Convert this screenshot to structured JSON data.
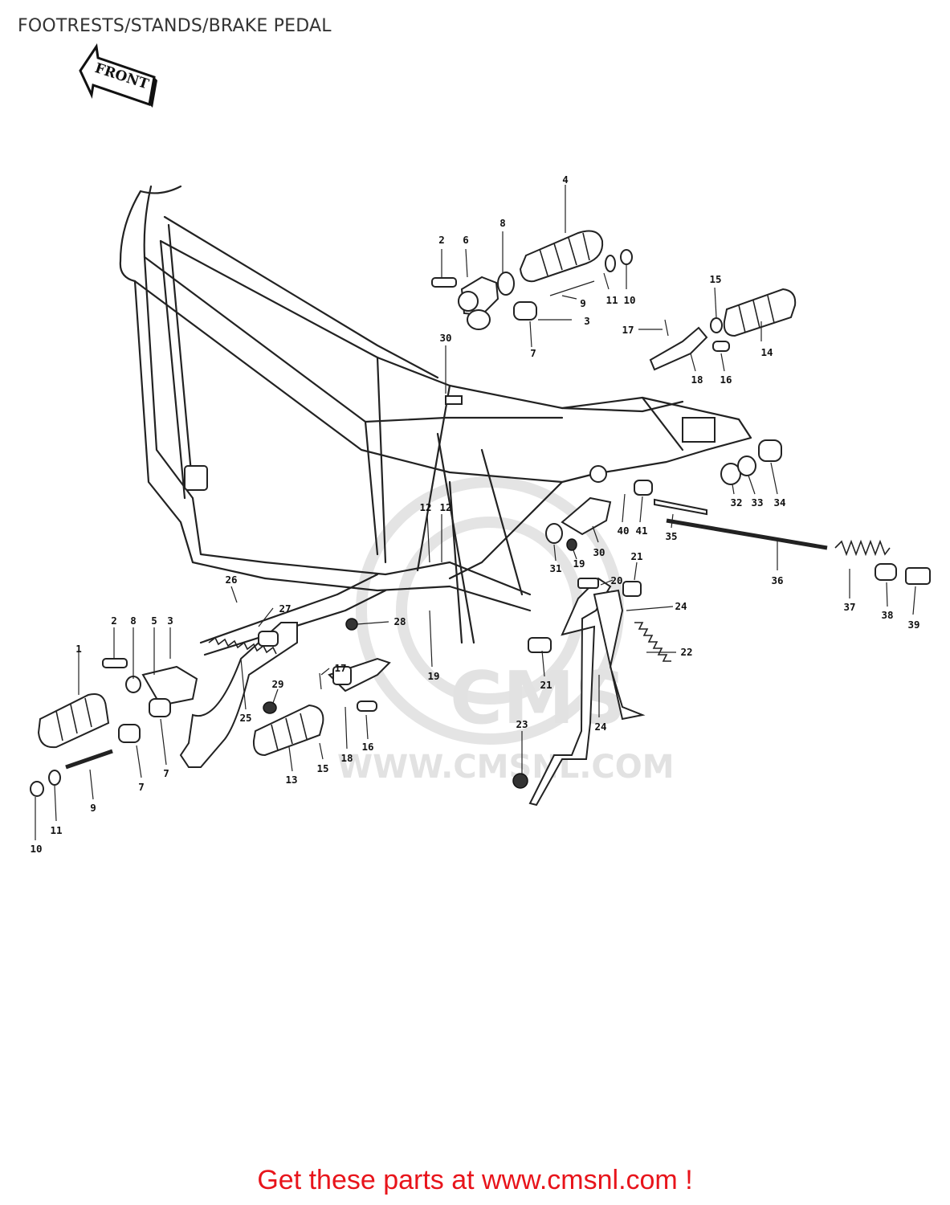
{
  "title": "FOOTRESTS/STANDS/BRAKE PEDAL",
  "front_arrow_label": "FRONT",
  "watermark": {
    "logo": "CMS",
    "url": "WWW.CMSNL.COM"
  },
  "footer": {
    "text": "Get these parts at www.cmsnl.com !",
    "color": "#e8141b"
  },
  "callouts": [
    {
      "key": "c4",
      "label": "4"
    },
    {
      "key": "c2a",
      "label": "2"
    },
    {
      "key": "c6",
      "label": "6"
    },
    {
      "key": "c8a",
      "label": "8"
    },
    {
      "key": "c9a",
      "label": "9"
    },
    {
      "key": "c11a",
      "label": "11"
    },
    {
      "key": "c10a",
      "label": "10"
    },
    {
      "key": "c3a",
      "label": "3"
    },
    {
      "key": "c7a",
      "label": "7"
    },
    {
      "key": "c30a",
      "label": "30"
    },
    {
      "key": "c15a",
      "label": "15"
    },
    {
      "key": "c17a",
      "label": "17"
    },
    {
      "key": "c14",
      "label": "14"
    },
    {
      "key": "c18a",
      "label": "18"
    },
    {
      "key": "c16a",
      "label": "16"
    },
    {
      "key": "c32",
      "label": "32"
    },
    {
      "key": "c33",
      "label": "33"
    },
    {
      "key": "c34",
      "label": "34"
    },
    {
      "key": "c12a",
      "label": "12"
    },
    {
      "key": "c12b",
      "label": "12"
    },
    {
      "key": "c40",
      "label": "40"
    },
    {
      "key": "c41",
      "label": "41"
    },
    {
      "key": "c35",
      "label": "35"
    },
    {
      "key": "c30b",
      "label": "30"
    },
    {
      "key": "c31",
      "label": "31"
    },
    {
      "key": "c19a",
      "label": "19"
    },
    {
      "key": "c21a",
      "label": "21"
    },
    {
      "key": "c20",
      "label": "20"
    },
    {
      "key": "c36",
      "label": "36"
    },
    {
      "key": "c37",
      "label": "37"
    },
    {
      "key": "c38",
      "label": "38"
    },
    {
      "key": "c39",
      "label": "39"
    },
    {
      "key": "c26",
      "label": "26"
    },
    {
      "key": "c27",
      "label": "27"
    },
    {
      "key": "c24a",
      "label": "24"
    },
    {
      "key": "c2b",
      "label": "2"
    },
    {
      "key": "c8b",
      "label": "8"
    },
    {
      "key": "c5",
      "label": "5"
    },
    {
      "key": "c3b",
      "label": "3"
    },
    {
      "key": "c1",
      "label": "1"
    },
    {
      "key": "c28",
      "label": "28"
    },
    {
      "key": "c17b",
      "label": "17"
    },
    {
      "key": "c19b",
      "label": "19"
    },
    {
      "key": "c22",
      "label": "22"
    },
    {
      "key": "c29",
      "label": "29"
    },
    {
      "key": "c21b",
      "label": "21"
    },
    {
      "key": "c25",
      "label": "25"
    },
    {
      "key": "c24b",
      "label": "24"
    },
    {
      "key": "c23",
      "label": "23"
    },
    {
      "key": "c7b",
      "label": "7"
    },
    {
      "key": "c7c",
      "label": "7"
    },
    {
      "key": "c13",
      "label": "13"
    },
    {
      "key": "c15b",
      "label": "15"
    },
    {
      "key": "c18b",
      "label": "18"
    },
    {
      "key": "c16b",
      "label": "16"
    },
    {
      "key": "c9b",
      "label": "9"
    },
    {
      "key": "c11b",
      "label": "11"
    },
    {
      "key": "c10b",
      "label": "10"
    }
  ]
}
